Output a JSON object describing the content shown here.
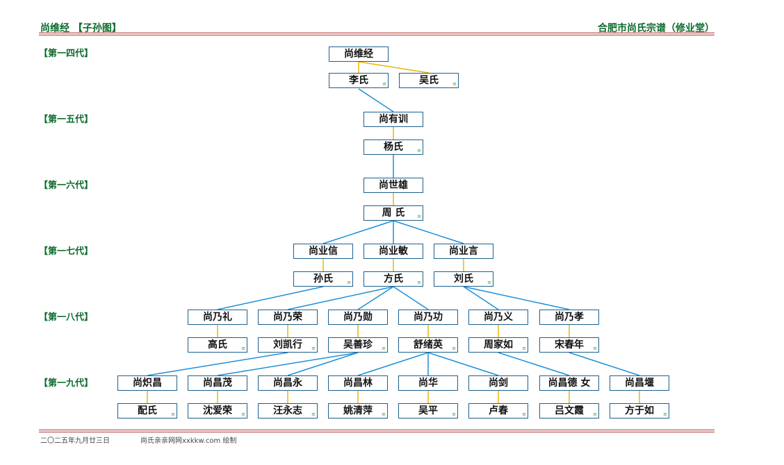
{
  "header": {
    "left_title": "尚维经 【子孙图】",
    "right_title": "合肥市尚氏宗谱（修业堂）"
  },
  "generations": [
    "【第一四代】",
    "【第一五代】",
    "【第一六代】",
    "【第一七代】",
    "【第一八代】",
    "【第一九代】"
  ],
  "people": {
    "g14": {
      "main": "尚维经",
      "spouse1": "李氏",
      "spouse2": "吴氏"
    },
    "g15": {
      "main": "尚有训",
      "spouse": "杨氏"
    },
    "g16": {
      "main": "尚世雄",
      "spouse": "周  氏"
    },
    "g17": [
      {
        "name": "尚业信",
        "spouse": "孙氏"
      },
      {
        "name": "尚业敏",
        "spouse": "方氏"
      },
      {
        "name": "尚业言",
        "spouse": "刘氏"
      }
    ],
    "g18": [
      {
        "name": "尚乃礼",
        "spouse": "高氏"
      },
      {
        "name": "尚乃荣",
        "spouse": "刘凯行"
      },
      {
        "name": "尚乃勋",
        "spouse": "吴善珍"
      },
      {
        "name": "尚乃功",
        "spouse": "舒绪英"
      },
      {
        "name": "尚乃义",
        "spouse": "周家如"
      },
      {
        "name": "尚乃孝",
        "spouse": "宋春年"
      }
    ],
    "g19": [
      {
        "name": "尚炽昌",
        "spouse": "配氏"
      },
      {
        "name": "尚昌茂",
        "spouse": "沈爱荣"
      },
      {
        "name": "尚昌永",
        "spouse": "汪永志"
      },
      {
        "name": "尚昌林",
        "spouse": "姚清萍"
      },
      {
        "name": "尚华",
        "spouse": "吴平"
      },
      {
        "name": "尚剑",
        "spouse": "卢春"
      },
      {
        "name": "尚昌德  女",
        "spouse": "吕文霞"
      },
      {
        "name": "尚昌堰",
        "spouse": "方于如"
      }
    ]
  },
  "footer": {
    "date": "二〇二五年九月廿三日",
    "credit": "尚氏亲亲网网xxkkw.com 绘制"
  },
  "colors": {
    "child_line": "#1a8fd8",
    "spouse_line": "#f0b400",
    "box_border": "#1b5f8c",
    "header_green": "#0a6b2a",
    "rule_red": "#b03030"
  }
}
